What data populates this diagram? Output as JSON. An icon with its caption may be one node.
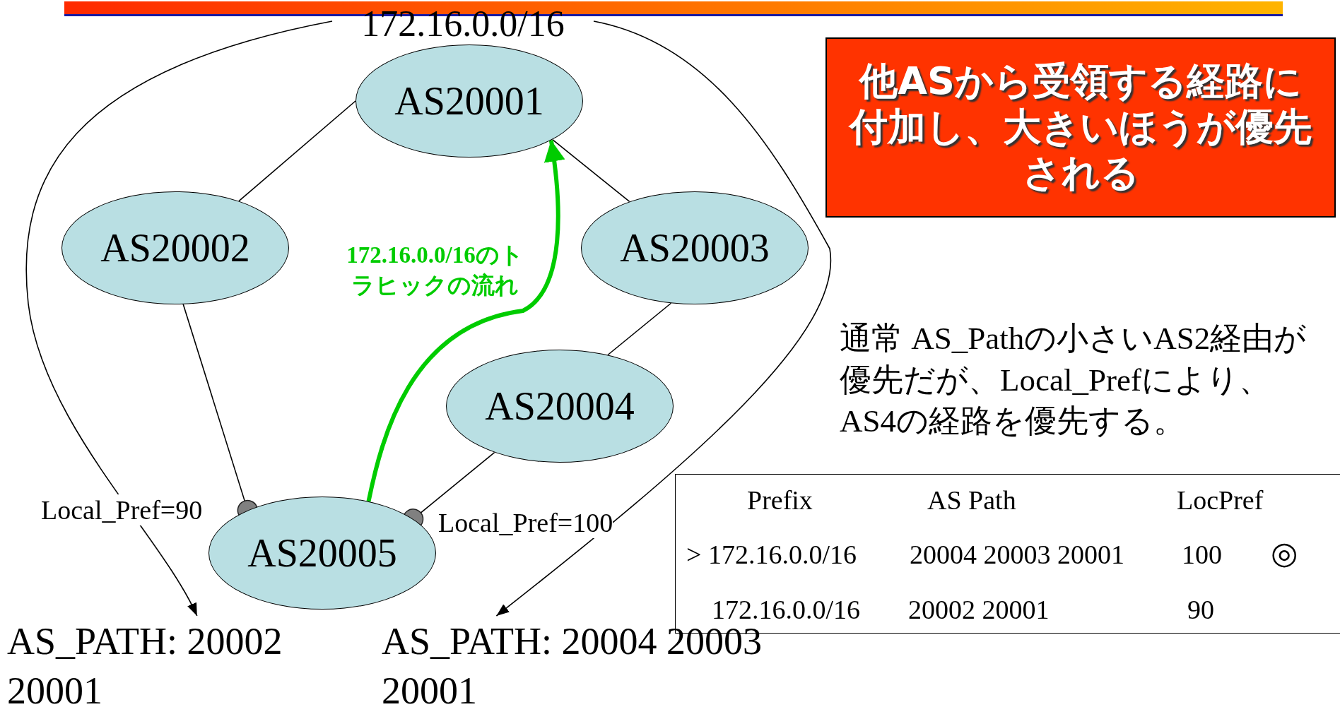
{
  "diagram": {
    "nodes": [
      {
        "text": [
          "172.16.0.0/16"
        ]
      },
      {
        "text": [
          "AS20001"
        ]
      },
      {
        "text": [
          "AS20002"
        ]
      },
      {
        "text": [
          "AS20003"
        ]
      },
      {
        "text": [
          "AS20004"
        ]
      },
      {
        "text": [
          "AS20005"
        ]
      },
      {
        "text": [
          "他ASから受領する経路に付加し、大きいほうが優先される"
        ]
      },
      {
        "text": [
          "AS_PATH: 20002 20001"
        ]
      },
      {
        "text": [
          "AS_PATH: 20004 20003 20001"
        ]
      }
    ],
    "edges": [
      {
        "from": 1,
        "to": 2,
        "arrow": "none"
      },
      {
        "from": 1,
        "to": 3,
        "arrow": "none"
      },
      {
        "from": 2,
        "to": 5,
        "arrow": "other"
      },
      {
        "from": 3,
        "to": 4,
        "arrow": "none"
      },
      {
        "from": 4,
        "to": 5,
        "arrow": "other"
      },
      {
        "from": 5,
        "to": 1,
        "arrow": "to",
        "label": "172.16.0.0/16のトラヒックの流れ",
        "style": "thick",
        "color": "#00cc00"
      },
      {
        "from": 0,
        "to": 7,
        "arrow": "to"
      },
      {
        "from": 0,
        "to": 8,
        "arrow": "to"
      }
    ],
    "labels": [
      "通常 AS_Pathの小さいAS2経由が優先だが、Local_Prefにより、AS4の経路を優先する。",
      "Local_Pref=90",
      "Local_Pref=100",
      "Prefix",
      "AS Path",
      "LocPref",
      "> 172.16.0.0/16",
      "20004 20003 20001",
      "100",
      "◎",
      "172.16.0.0/16",
      "20002 20001",
      "90"
    ]
  }
}
